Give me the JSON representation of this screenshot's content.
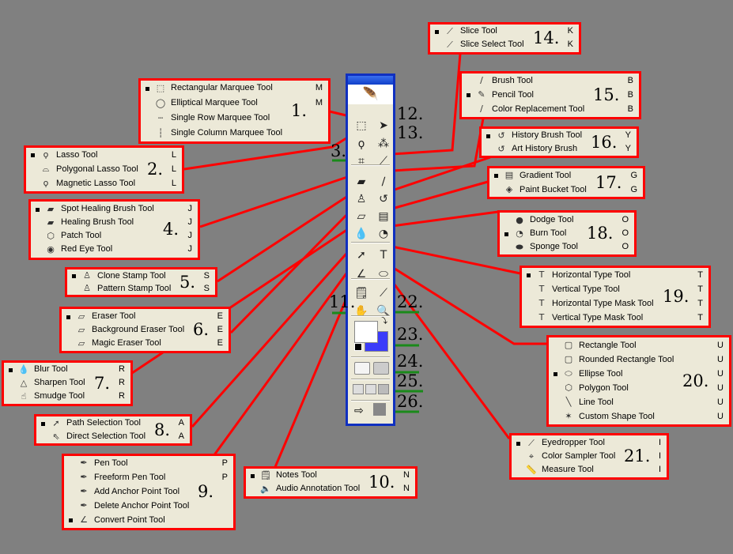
{
  "toolbar": {
    "logo_icon": "feather-icon",
    "tools": [
      "rectangular-marquee",
      "move",
      "lasso",
      "magic-wand",
      "crop",
      "slice",
      "spot-healing-brush",
      "brush",
      "clone-stamp",
      "history-brush",
      "eraser",
      "gradient",
      "blur",
      "dodge",
      "path-selection",
      "horizontal-type",
      "pen",
      "ellipse",
      "notes",
      "eyedropper",
      "hand",
      "zoom"
    ],
    "foreground_color": "#ffffff",
    "background_color": "#3b3bfa"
  },
  "callouts": [
    "1.",
    "2.",
    "3.",
    "4.",
    "5.",
    "6.",
    "7.",
    "8.",
    "9.",
    "10.",
    "11.",
    "12.",
    "13.",
    "14.",
    "15.",
    "16.",
    "17.",
    "18.",
    "19.",
    "20.",
    "21.",
    "22.",
    "23.",
    "24.",
    "25.",
    "26."
  ],
  "colors": {
    "box_border": "#ff0000",
    "leader_line": "#ff0000",
    "underline": "#1a8a1a",
    "box_bg": "#ece9d8"
  },
  "boxes": [
    {
      "num": "1.",
      "items": [
        {
          "icon": "rect-marquee",
          "label": "Rectangular Marquee Tool",
          "key": "M",
          "selected": true
        },
        {
          "icon": "ellipse-marquee",
          "label": "Elliptical Marquee Tool",
          "key": "M"
        },
        {
          "icon": "row-marquee",
          "label": "Single Row Marquee Tool",
          "key": ""
        },
        {
          "icon": "column-marquee",
          "label": "Single Column Marquee Tool",
          "key": ""
        }
      ]
    },
    {
      "num": "2.",
      "items": [
        {
          "icon": "lasso",
          "label": "Lasso Tool",
          "key": "L",
          "selected": true
        },
        {
          "icon": "polygonal-lasso",
          "label": "Polygonal Lasso Tool",
          "key": "L"
        },
        {
          "icon": "magnetic-lasso",
          "label": "Magnetic Lasso Tool",
          "key": "L"
        }
      ]
    },
    {
      "num": "4.",
      "items": [
        {
          "icon": "spot-healing",
          "label": "Spot Healing Brush Tool",
          "key": "J",
          "selected": true
        },
        {
          "icon": "healing",
          "label": "Healing Brush Tool",
          "key": "J"
        },
        {
          "icon": "patch",
          "label": "Patch Tool",
          "key": "J"
        },
        {
          "icon": "red-eye",
          "label": "Red Eye Tool",
          "key": "J"
        }
      ]
    },
    {
      "num": "5.",
      "items": [
        {
          "icon": "clone-stamp",
          "label": "Clone Stamp Tool",
          "key": "S",
          "selected": true
        },
        {
          "icon": "pattern-stamp",
          "label": "Pattern Stamp Tool",
          "key": "S"
        }
      ]
    },
    {
      "num": "6.",
      "items": [
        {
          "icon": "eraser",
          "label": "Eraser Tool",
          "key": "E",
          "selected": true
        },
        {
          "icon": "background-eraser",
          "label": "Background Eraser Tool",
          "key": "E"
        },
        {
          "icon": "magic-eraser",
          "label": "Magic Eraser Tool",
          "key": "E"
        }
      ]
    },
    {
      "num": "7.",
      "items": [
        {
          "icon": "blur",
          "label": "Blur Tool",
          "key": "R",
          "selected": true
        },
        {
          "icon": "sharpen",
          "label": "Sharpen Tool",
          "key": "R"
        },
        {
          "icon": "smudge",
          "label": "Smudge Tool",
          "key": "R"
        }
      ]
    },
    {
      "num": "8.",
      "items": [
        {
          "icon": "path-selection",
          "label": "Path Selection Tool",
          "key": "A",
          "selected": true
        },
        {
          "icon": "direct-selection",
          "label": "Direct Selection Tool",
          "key": "A"
        }
      ]
    },
    {
      "num": "9.",
      "items": [
        {
          "icon": "pen",
          "label": "Pen Tool",
          "key": "P"
        },
        {
          "icon": "freeform-pen",
          "label": "Freeform Pen Tool",
          "key": "P"
        },
        {
          "icon": "add-anchor",
          "label": "Add Anchor Point Tool",
          "key": ""
        },
        {
          "icon": "delete-anchor",
          "label": "Delete Anchor Point Tool",
          "key": ""
        },
        {
          "icon": "convert-point",
          "label": "Convert Point Tool",
          "key": "",
          "selected": true
        }
      ]
    },
    {
      "num": "10.",
      "items": [
        {
          "icon": "notes",
          "label": "Notes Tool",
          "key": "N",
          "selected": true
        },
        {
          "icon": "audio",
          "label": "Audio Annotation Tool",
          "key": "N"
        }
      ]
    },
    {
      "num": "14.",
      "items": [
        {
          "icon": "slice",
          "label": "Slice Tool",
          "key": "K",
          "selected": true
        },
        {
          "icon": "slice-select",
          "label": "Slice Select Tool",
          "key": "K"
        }
      ]
    },
    {
      "num": "15.",
      "items": [
        {
          "icon": "brush",
          "label": "Brush Tool",
          "key": "B"
        },
        {
          "icon": "pencil",
          "label": "Pencil Tool",
          "key": "B",
          "selected": true
        },
        {
          "icon": "color-replacement",
          "label": "Color Replacement Tool",
          "key": "B"
        }
      ]
    },
    {
      "num": "16.",
      "items": [
        {
          "icon": "history-brush",
          "label": "History Brush Tool",
          "key": "Y",
          "selected": true
        },
        {
          "icon": "art-history-brush",
          "label": "Art History Brush",
          "key": "Y"
        }
      ]
    },
    {
      "num": "17.",
      "items": [
        {
          "icon": "gradient",
          "label": "Gradient Tool",
          "key": "G",
          "selected": true
        },
        {
          "icon": "paint-bucket",
          "label": "Paint Bucket Tool",
          "key": "G"
        }
      ]
    },
    {
      "num": "18.",
      "items": [
        {
          "icon": "dodge",
          "label": "Dodge Tool",
          "key": "O"
        },
        {
          "icon": "burn",
          "label": "Burn Tool",
          "key": "O",
          "selected": true
        },
        {
          "icon": "sponge",
          "label": "Sponge Tool",
          "key": "O"
        }
      ]
    },
    {
      "num": "19.",
      "items": [
        {
          "icon": "horizontal-type",
          "label": "Horizontal Type Tool",
          "key": "T",
          "selected": true
        },
        {
          "icon": "vertical-type",
          "label": "Vertical Type Tool",
          "key": "T"
        },
        {
          "icon": "horizontal-type-mask",
          "label": "Horizontal Type Mask Tool",
          "key": "T"
        },
        {
          "icon": "vertical-type-mask",
          "label": "Vertical Type Mask Tool",
          "key": "T"
        }
      ]
    },
    {
      "num": "20.",
      "items": [
        {
          "icon": "rectangle",
          "label": "Rectangle Tool",
          "key": "U"
        },
        {
          "icon": "rounded-rectangle",
          "label": "Rounded Rectangle Tool",
          "key": "U"
        },
        {
          "icon": "ellipse",
          "label": "Ellipse Tool",
          "key": "U",
          "selected": true
        },
        {
          "icon": "polygon",
          "label": "Polygon Tool",
          "key": "U"
        },
        {
          "icon": "line",
          "label": "Line Tool",
          "key": "U"
        },
        {
          "icon": "custom-shape",
          "label": "Custom Shape Tool",
          "key": "U"
        }
      ]
    },
    {
      "num": "21.",
      "items": [
        {
          "icon": "eyedropper",
          "label": "Eyedropper Tool",
          "key": "I",
          "selected": true
        },
        {
          "icon": "color-sampler",
          "label": "Color Sampler Tool",
          "key": "I"
        },
        {
          "icon": "measure",
          "label": "Measure Tool",
          "key": "I"
        }
      ]
    }
  ]
}
